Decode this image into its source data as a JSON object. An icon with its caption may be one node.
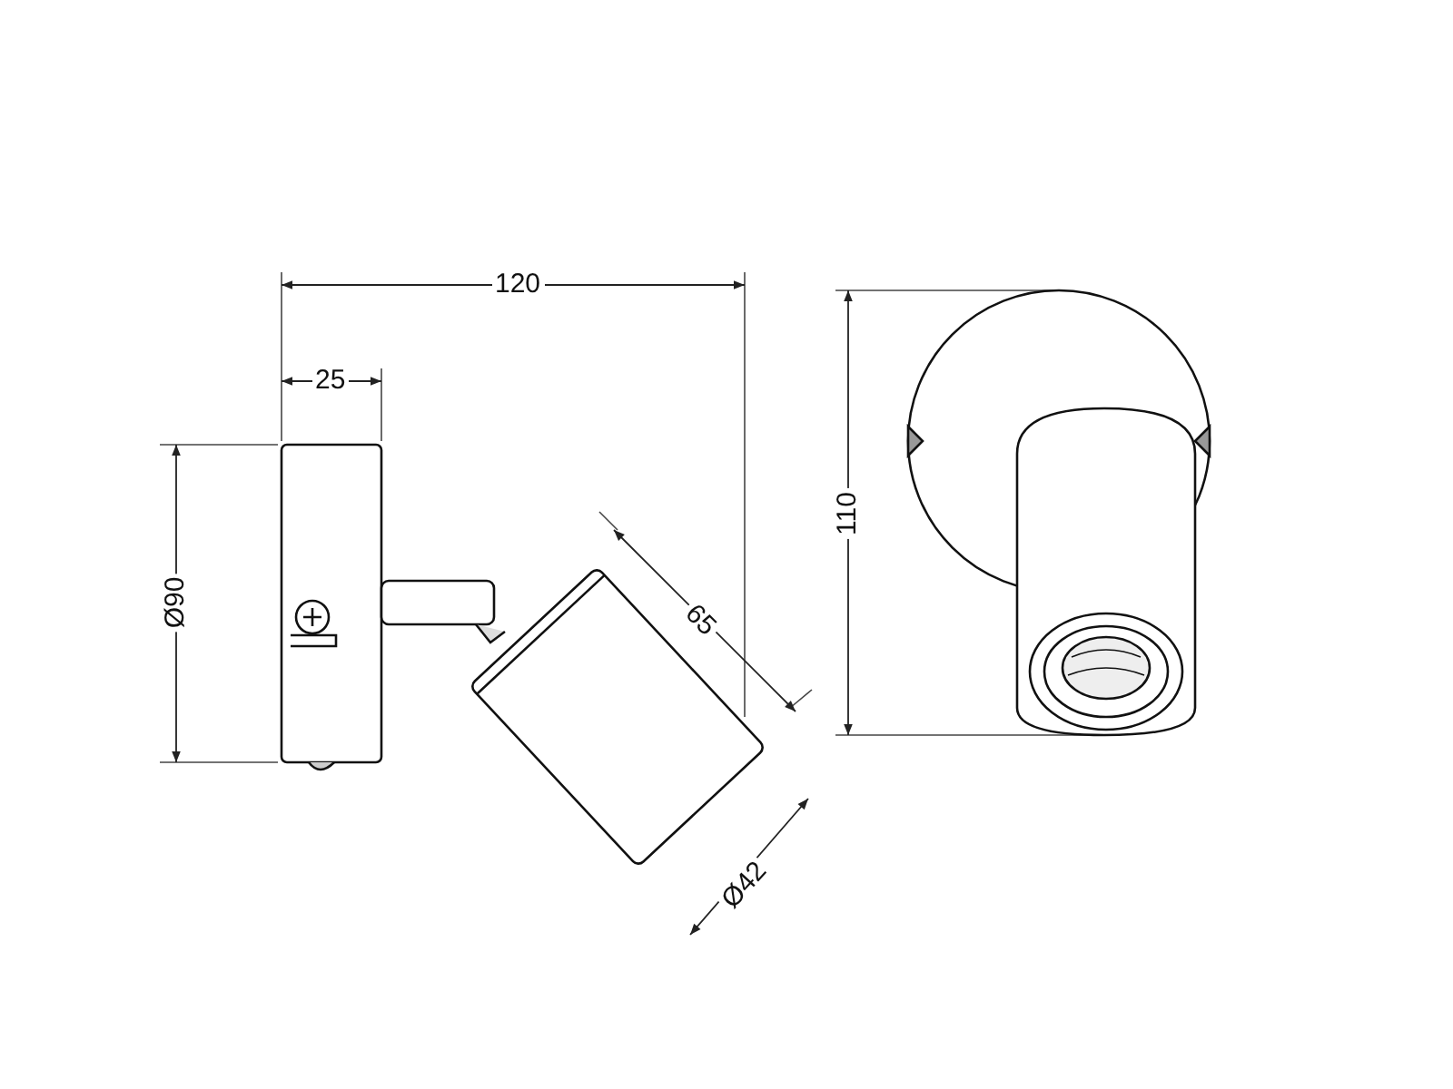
{
  "diagram": {
    "labels": [
      "120",
      "25",
      "Ø90",
      "65",
      "110",
      "Ø42"
    ]
  }
}
